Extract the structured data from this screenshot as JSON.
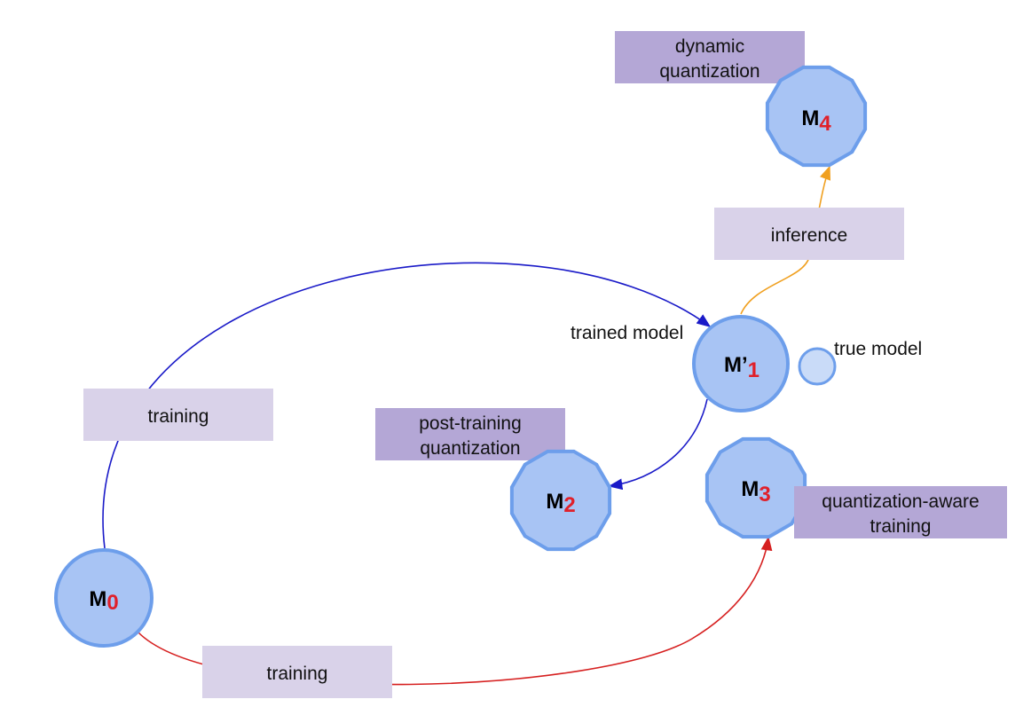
{
  "colors": {
    "node_fill": "#a8c4f4",
    "node_stroke": "#6d9eeb",
    "label_light": "#d9d2e9",
    "label_dark": "#b4a7d6",
    "edge_blue": "#1a1ac8",
    "edge_red": "#d62020",
    "edge_orange": "#f0a020"
  },
  "nodes": {
    "m0": {
      "main": "M",
      "sub": "0"
    },
    "m1_prime": {
      "main": "M’",
      "sub": "1"
    },
    "m2": {
      "main": "M",
      "sub": "2"
    },
    "m3": {
      "main": "M",
      "sub": "3"
    },
    "m4": {
      "main": "M",
      "sub": "4"
    }
  },
  "labels": {
    "training_top": "training",
    "training_bottom": "training",
    "inference": "inference",
    "post_training_quantization": [
      "post-training",
      "quantization"
    ],
    "dynamic_quantization": [
      "dynamic",
      "quantization"
    ],
    "quantization_aware_training": [
      "quantization-aware",
      "training"
    ],
    "trained_model": "trained model",
    "true_model": "true model"
  }
}
